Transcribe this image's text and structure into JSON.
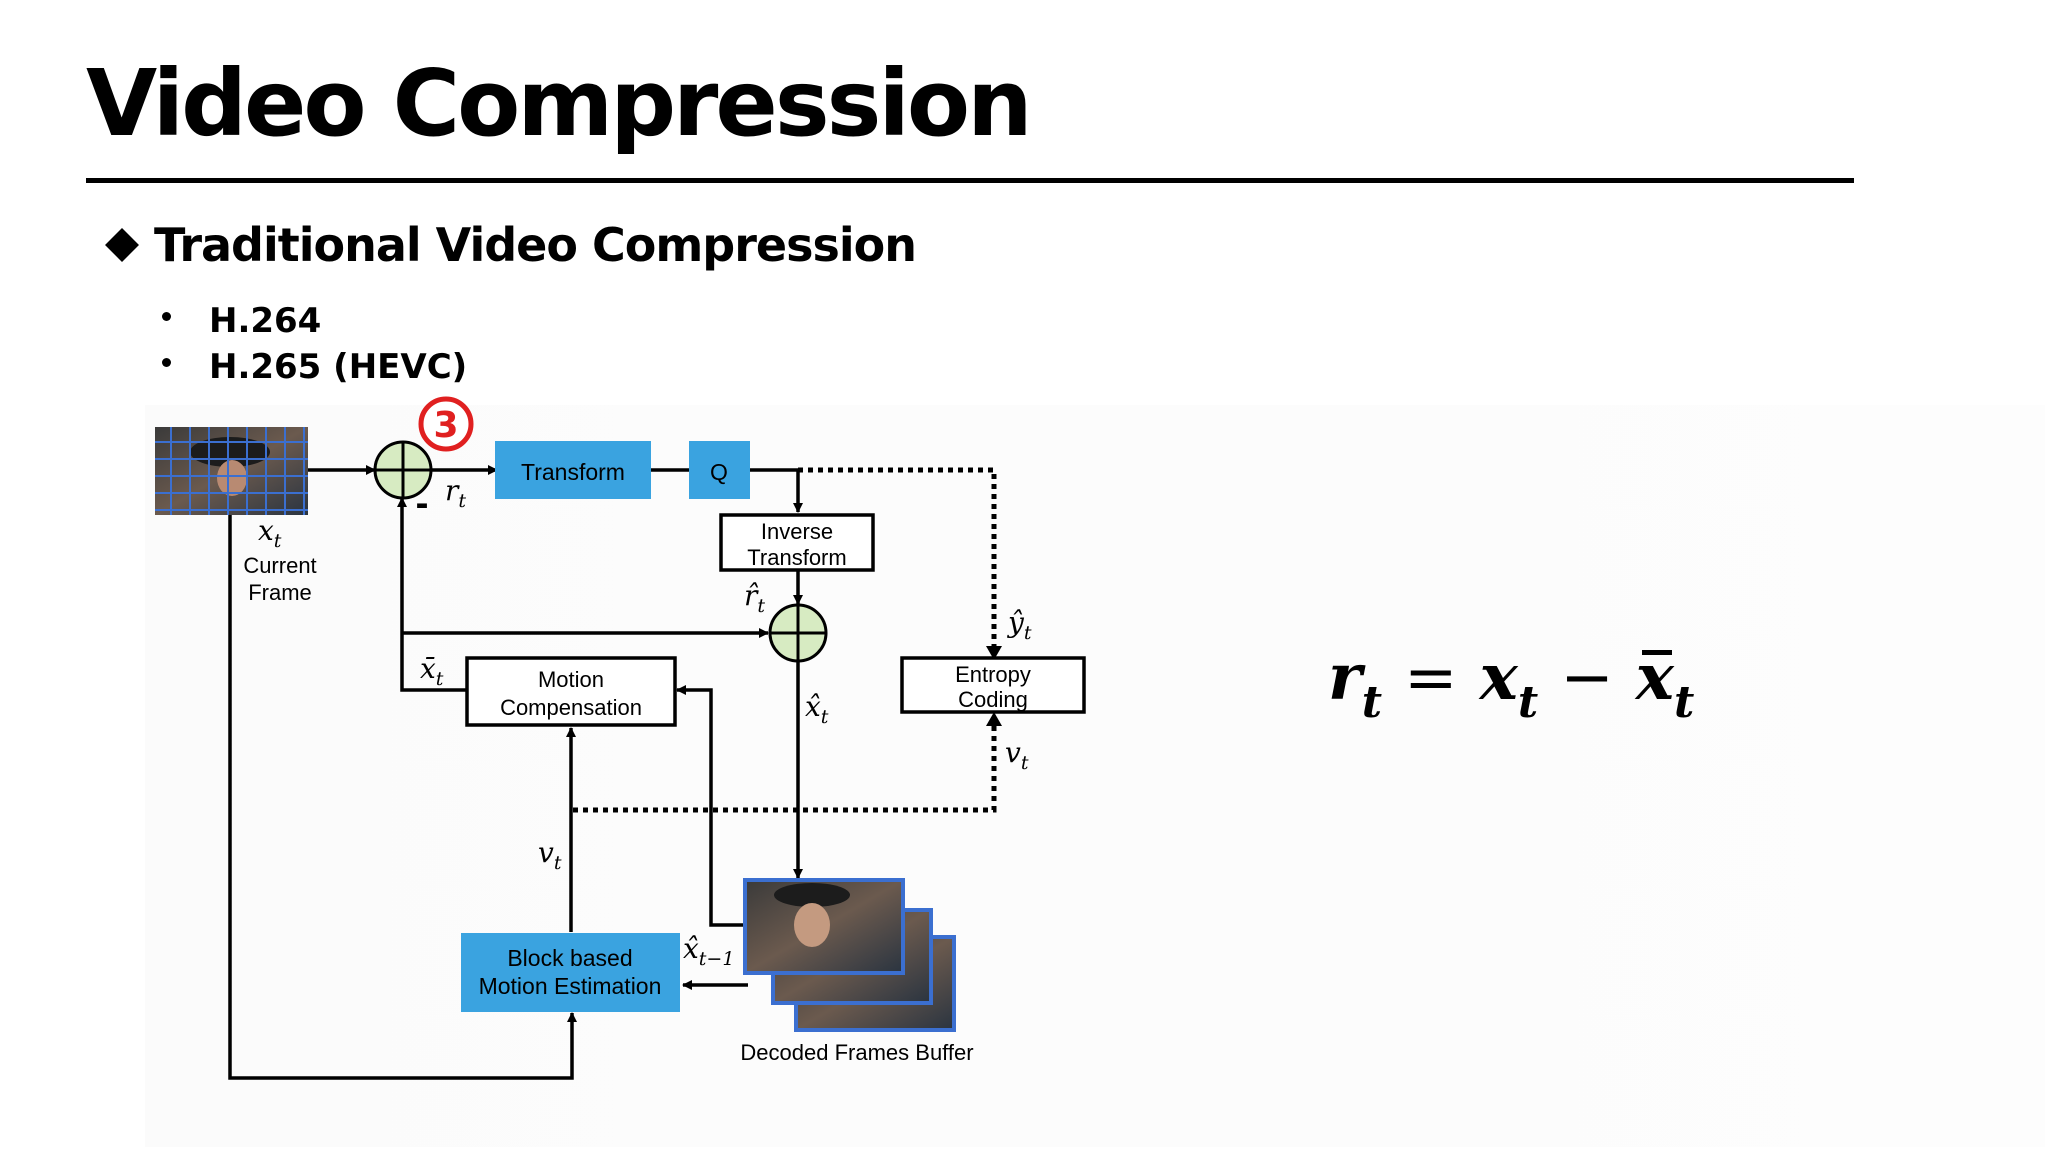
{
  "slide": {
    "title": "Video Compression",
    "section": "Traditional Video Compression",
    "bullets": [
      "H.264",
      "H.265 (HEVC)"
    ]
  },
  "diagram": {
    "step_badge": "3",
    "minus_sign": "-",
    "labels": {
      "transform": "Transform",
      "q": "Q",
      "inverse_transform_line1": "Inverse",
      "inverse_transform_line2": "Transform",
      "motion_comp_line1": "Motion",
      "motion_comp_line2": "Compensation",
      "entropy_line1": "Entropy",
      "entropy_line2": "Coding",
      "block_me_line1": "Block based",
      "block_me_line2": "Motion Estimation",
      "current_frame_line1": "Current",
      "current_frame_line2": "Frame",
      "buffer": "Decoded Frames Buffer"
    },
    "symbols": {
      "x_t": "x",
      "r_t": "r",
      "r_hat_t": "r̂",
      "x_bar_t": "x̄",
      "x_hat_t": "x̂",
      "y_hat_t": "ŷ",
      "v_t": "v",
      "x_hat_t_minus_1": "x̂",
      "sub_t": "t",
      "sub_t_minus_1": "t−1"
    },
    "colors": {
      "blue_box": "#3aa3e0",
      "adder_fill": "#d7ebc2",
      "badge_red": "#e02020",
      "frame_blue": "#3b6fd0"
    }
  },
  "equation": {
    "lhs": "r",
    "sub": "t",
    "eq": "=",
    "x": "x",
    "minus": "−",
    "x_bar": "x"
  }
}
